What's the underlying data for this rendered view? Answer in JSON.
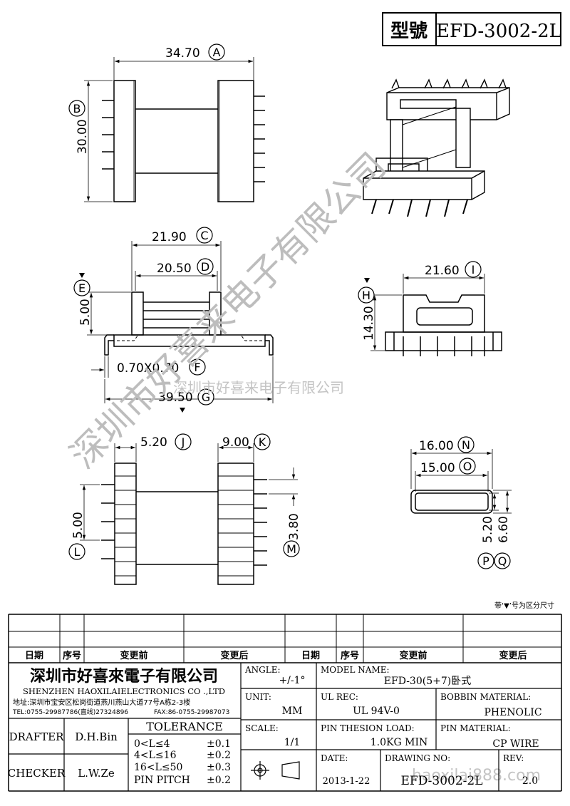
{
  "header": {
    "model_label": "型號",
    "model_value": "EFD-3002-2L"
  },
  "dimensions": {
    "A": {
      "value": "34.70",
      "letter": "A"
    },
    "B": {
      "value": "30.00",
      "letter": "B"
    },
    "C": {
      "value": "21.90",
      "letter": "C"
    },
    "D": {
      "value": "20.50",
      "letter": "D"
    },
    "E": {
      "value": "5.00",
      "letter": "E"
    },
    "F": {
      "value": "0.70X0.70",
      "letter": "F"
    },
    "G": {
      "value": "39.50",
      "letter": "G"
    },
    "H": {
      "value": "14.30",
      "letter": "H"
    },
    "I": {
      "value": "21.60",
      "letter": "I"
    },
    "J": {
      "value": "5.20",
      "letter": "J"
    },
    "K": {
      "value": "9.00",
      "letter": "K"
    },
    "L": {
      "value": "5.00",
      "letter": "L"
    },
    "M": {
      "value": "3.80",
      "letter": "M"
    },
    "N": {
      "value": "16.00",
      "letter": "N"
    },
    "O": {
      "value": "15.00",
      "letter": "O"
    },
    "P": {
      "value": "5.20",
      "letter": "P"
    },
    "Q": {
      "value": "6.60",
      "letter": "Q"
    }
  },
  "note": "带‘▼’号为区分尺寸",
  "watermark": {
    "diagonal": "深圳市好喜来电子有限公司",
    "horizontal": "深圳市好喜来电子有限公司",
    "url": "haoxilai888.com"
  },
  "revision_table": {
    "headers": [
      "日期",
      "序号",
      "变更前",
      "变更后",
      "日期",
      "序号",
      "变更前",
      "变更后"
    ]
  },
  "company": {
    "name_cn": "深圳市好喜來電子有限公司",
    "name_en": "SHENZHEN HAOXILAIELECTRONICS CO .,LTD",
    "address": "地址:深圳市宝安区松岗街道燕川燕山大道77号A栋2-3楼",
    "tel": "TEL:0755-29987786(直线)27324896",
    "fax": "FAX:86-0755-29987073"
  },
  "title_block": {
    "drafter_label": "DRAFTER",
    "drafter_value": "D.H.Bin",
    "checker_label": "CHECKER",
    "checker_value": "L.W.Ze",
    "tolerance_title": "TOLERANCE",
    "tolerance_rows": [
      {
        "range": "0<L≤4",
        "tol": "±0.1"
      },
      {
        "range": "4<L≤16",
        "tol": "±0.2"
      },
      {
        "range": "16<L≤50",
        "tol": "±0.3"
      },
      {
        "range": "PIN PITCH",
        "tol": "±0.2"
      }
    ],
    "angle_label": "ANGLE:",
    "angle_value": "+/-1°",
    "unit_label": "UNIT:",
    "unit_value": "MM",
    "scale_label": "SCALE:",
    "scale_value": "1/1",
    "model_name_label": "MODEL NAME:",
    "model_name_value": "EFD-30(5+7)卧式",
    "ul_rec_label": "UL REC:",
    "ul_rec_value": "UL 94V-0",
    "bobbin_label": "BOBBIN MATERIAL:",
    "bobbin_value": "PHENOLIC",
    "pin_load_label": "PIN THESION LOAD:",
    "pin_load_value": "1.0KG MIN",
    "pin_material_label": "PIN MATERIAL:",
    "pin_material_value": "CP  WIRE",
    "date_label": "DATE:",
    "date_value": "2013-1-22",
    "drawing_no_label": "DRAWING NO:",
    "drawing_no_value": "EFD-3002-2L",
    "rev_label": "REV:",
    "rev_value": "2.0"
  }
}
